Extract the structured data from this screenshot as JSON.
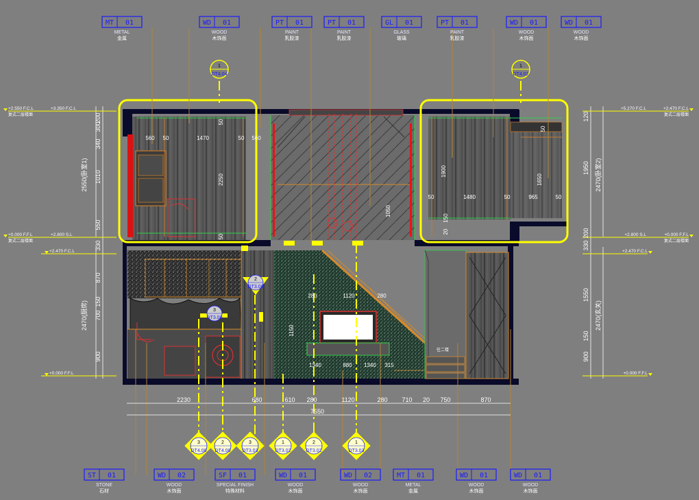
{
  "top_tags": [
    {
      "code": "MT",
      "num": "01",
      "en": "METAL",
      "cn": "金属"
    },
    {
      "code": "WD",
      "num": "01",
      "en": "WOOD",
      "cn": "木饰面"
    },
    {
      "code": "PT",
      "num": "01",
      "en": "PAINT",
      "cn": "乳胶漆"
    },
    {
      "code": "PT",
      "num": "01",
      "en": "PAINT",
      "cn": "乳胶漆"
    },
    {
      "code": "GL",
      "num": "01",
      "en": "GLASS",
      "cn": "玻璃"
    },
    {
      "code": "PT",
      "num": "01",
      "en": "PAINT",
      "cn": "乳胶漆"
    },
    {
      "code": "WD",
      "num": "01",
      "en": "WOOD",
      "cn": "木饰面"
    },
    {
      "code": "WD",
      "num": "01",
      "en": "WOOD",
      "cn": "木饰面"
    }
  ],
  "bottom_tags": [
    {
      "code": "ST",
      "num": "01",
      "en": "STONE",
      "cn": "石材"
    },
    {
      "code": "WD",
      "num": "02",
      "en": "WOOD",
      "cn": "木饰面"
    },
    {
      "code": "SF",
      "num": "01",
      "en": "SPECIAL FINISH",
      "cn": "特殊材料"
    },
    {
      "code": "WD",
      "num": "01",
      "en": "WOOD",
      "cn": "木饰面"
    },
    {
      "code": "WD",
      "num": "02",
      "en": "WOOD",
      "cn": "木饰面"
    },
    {
      "code": "MT",
      "num": "01",
      "en": "METAL",
      "cn": "金属"
    },
    {
      "code": "WD",
      "num": "01",
      "en": "WOOD",
      "cn": "木饰面"
    },
    {
      "code": "WD",
      "num": "01",
      "en": "WOOD",
      "cn": "木饰面"
    }
  ],
  "detail_callouts_top": [
    {
      "num": "1",
      "ref": "DT4.04"
    },
    {
      "num": "1",
      "ref": "DT4.02"
    }
  ],
  "detail_callouts_bottom": [
    {
      "num": "3",
      "ref": "DT4.00"
    },
    {
      "num": "2",
      "ref": "DT4.00"
    },
    {
      "num": "3",
      "ref": "DT3.03"
    },
    {
      "num": "1",
      "ref": "DT3.02"
    },
    {
      "num": "2",
      "ref": "DT3.02"
    },
    {
      "num": "1",
      "ref": "DT3.03"
    }
  ],
  "detail_callouts_mid": [
    {
      "num": "2",
      "ref": "DT3.00"
    },
    {
      "num": "3",
      "ref": "DT3.00"
    }
  ],
  "left_levels": [
    {
      "label": "+2.550 F.C.L",
      "sub": "+3.350 F.C.L",
      "cn": "复式二层楼面"
    },
    {
      "label": "+0.000 F.F.L",
      "sub": "+2.800 S.L",
      "cn": "复式二层楼面"
    },
    {
      "label": "+2.470 F.C.L"
    },
    {
      "label": "+0.000 F.F.L"
    }
  ],
  "right_levels": [
    {
      "label": "+2.470 F.C.L",
      "sub": "+5.270 F.C.L",
      "cn": "复式二层楼面"
    },
    {
      "label": "+0.000 F.F.L",
      "sub": "+2.800 S.L",
      "cn": "复式二层楼面"
    },
    {
      "label": "+2.470 F.C.L"
    },
    {
      "label": "+0.000 F.F.L"
    }
  ],
  "left_dims": {
    "upper": [
      "200",
      "300",
      "340",
      "1010",
      "550"
    ],
    "upper_total": "2550(卧室1)",
    "lower": [
      "330",
      "870",
      "150",
      "700",
      "900"
    ],
    "lower_total": "2470(厨房)"
  },
  "right_dims": {
    "upper": [
      "120",
      "1950",
      "200"
    ],
    "upper_total": "2470(卧室2)",
    "lower": [
      "330",
      "1550",
      "150",
      "900"
    ],
    "lower_total": "2470(玄关)"
  },
  "bottom_dims": [
    "2230",
    "680",
    "610",
    "280",
    "1120",
    "280",
    "710",
    "20",
    "750",
    "870"
  ],
  "bottom_total": "7550",
  "interior_dims": {
    "bedroom1": [
      "560",
      "50",
      "1470",
      "50",
      "560",
      "2250",
      "50",
      "50"
    ],
    "bedroom2": [
      "1900",
      "50",
      "1480",
      "50",
      "965",
      "50",
      "1650",
      "150",
      "20",
      "50"
    ],
    "stair": [
      "1050",
      "280",
      "1120",
      "280",
      "1150",
      "1340",
      "880",
      "1340",
      "315"
    ],
    "stair_note": "往二楼"
  }
}
